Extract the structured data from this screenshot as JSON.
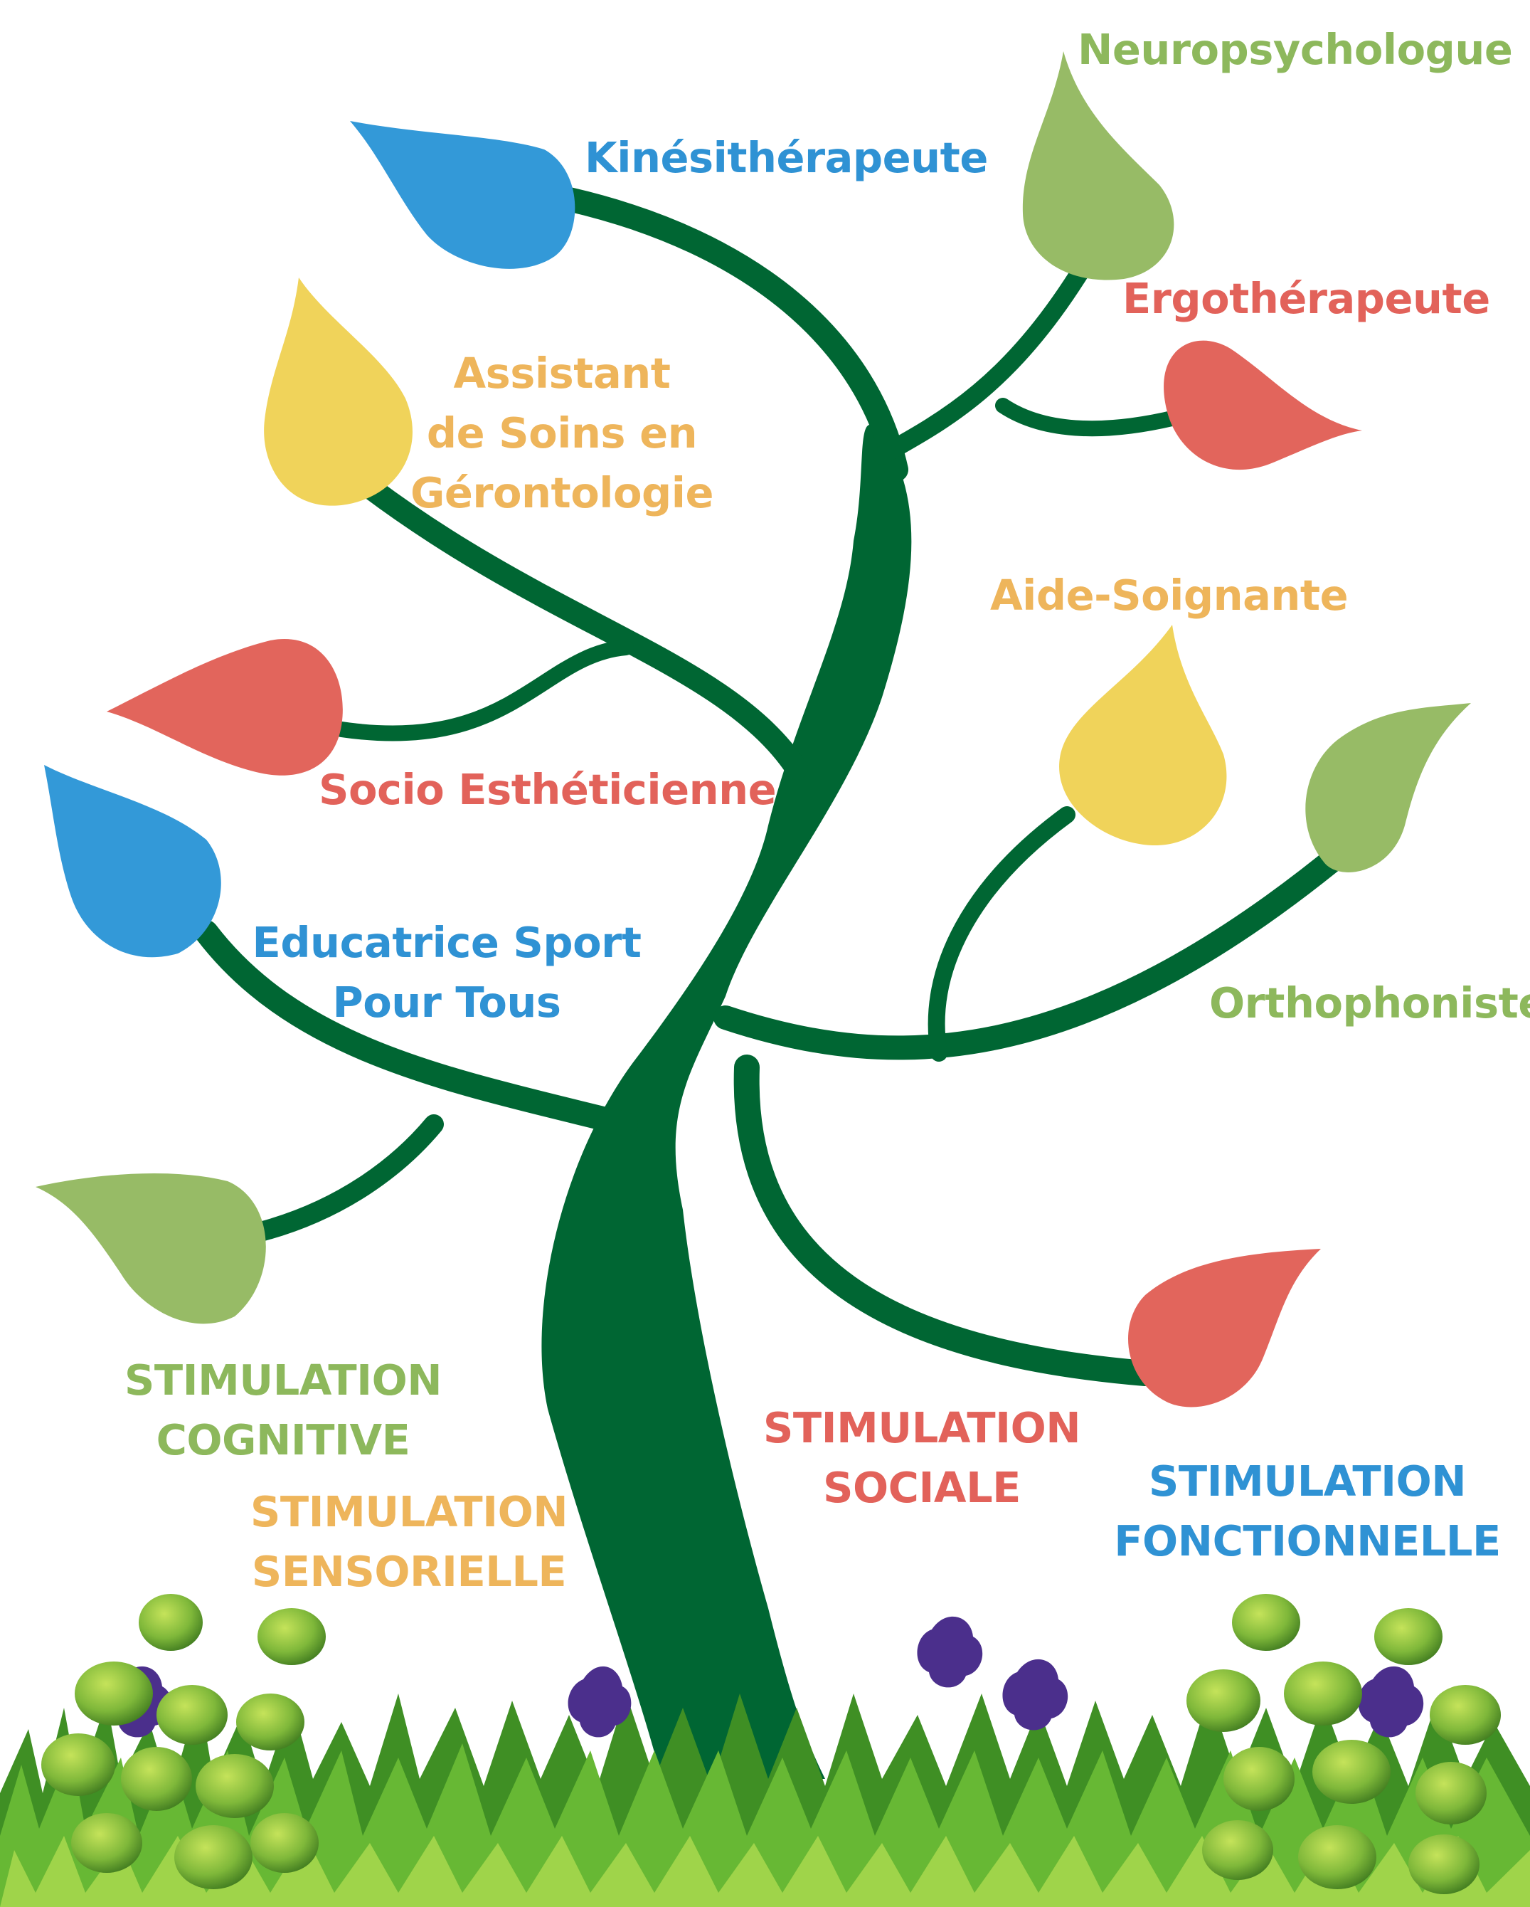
{
  "colors": {
    "trunk": "#006633",
    "leaf_blue": "#3399d8",
    "leaf_green": "#97bb66",
    "leaf_red": "#e2655c",
    "leaf_yellow": "#f0d35a",
    "label_green": "#8db85c",
    "label_blue": "#2f92d4",
    "label_red": "#e2625a",
    "label_orange": "#eeb55b",
    "grass": "#4a9a2a",
    "plant_leaf": "#8cc63f",
    "flower": "#4b2f8c"
  },
  "professions": {
    "neuropsychologue": "Neuropsychologue",
    "kinesitherapeute": "Kinésithérapeute",
    "ergotherapeute": "Ergothérapeute",
    "assistant_line1": "Assistant",
    "assistant_line2": "de Soins en",
    "assistant_line3": "Gérontologie",
    "aide_soignante": "Aide-Soignante",
    "socio_estheticienne": "Socio Esthéticienne",
    "educatrice_line1": "Educatrice Sport",
    "educatrice_line2": "Pour Tous",
    "orthophoniste": "Orthophoniste"
  },
  "stimulations": {
    "cognitive_line1": "STIMULATION",
    "cognitive_line2": "COGNITIVE",
    "sensorielle_line1": "STIMULATION",
    "sensorielle_line2": "SENSORIELLE",
    "sociale_line1": "STIMULATION",
    "sociale_line2": "SOCIALE",
    "fonctionnelle_line1": "STIMULATION",
    "fonctionnelle_line2": "FONCTIONNELLE"
  }
}
